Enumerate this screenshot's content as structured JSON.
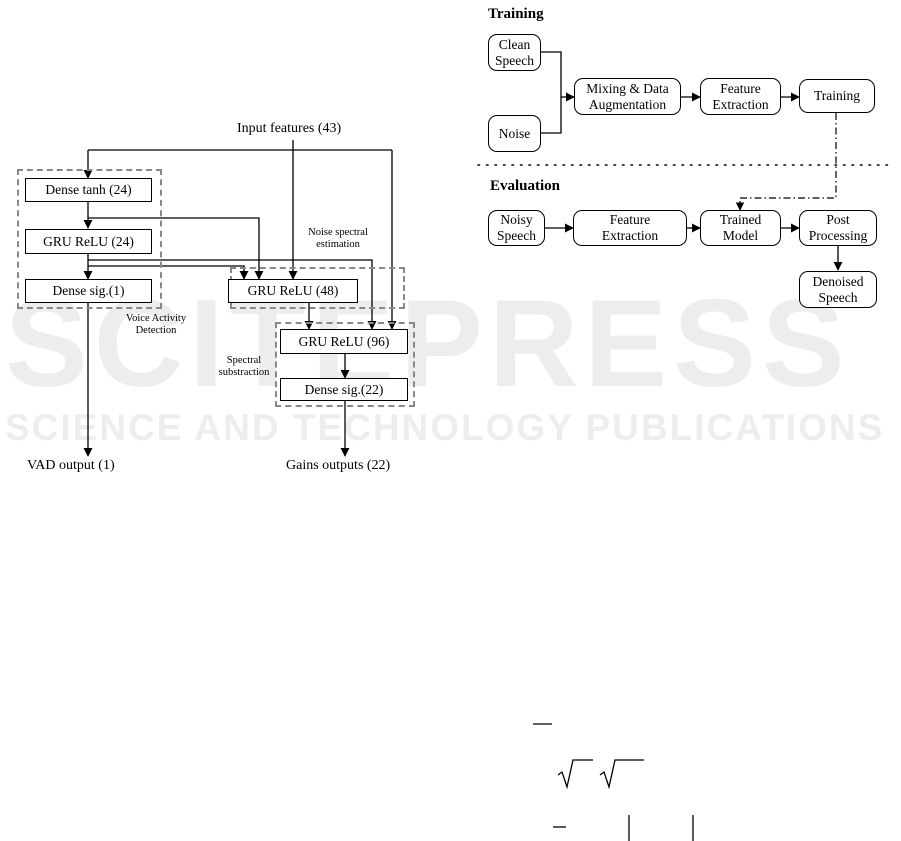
{
  "watermark": {
    "brand": "SCITEPRESS",
    "tagline": "SCIENCE AND TECHNOLOGY PUBLICATIONS"
  },
  "network": {
    "input_label": "Input features (43)",
    "layers": {
      "dense_tanh": "Dense tanh (24)",
      "gru_24": "GRU ReLU (24)",
      "dense_sig_1": "Dense sig.(1)",
      "gru_48": "GRU ReLU (48)",
      "gru_96": "GRU ReLU (96)",
      "dense_sig_22": "Dense sig.(22)"
    },
    "group_labels": {
      "vad": [
        "Voice Activity",
        "Detection"
      ],
      "noise": [
        "Noise spectral",
        "estimation"
      ],
      "spectral": [
        "Spectral",
        "substraction"
      ]
    },
    "outputs": {
      "vad": "VAD output (1)",
      "gains": "Gains outputs (22)"
    }
  },
  "pipeline": {
    "training_title": "Training",
    "evaluation_title": "Evaluation",
    "training": {
      "clean_speech": [
        "Clean",
        "Speech"
      ],
      "noise": "Noise",
      "mixing": [
        "Mixing & Data",
        "Augmentation"
      ],
      "feature_extraction": [
        "Feature",
        "Extraction"
      ],
      "training": "Training"
    },
    "evaluation": {
      "noisy_speech": [
        "Noisy",
        "Speech"
      ],
      "feature_extraction": [
        "Feature",
        "Extraction"
      ],
      "trained_model": [
        "Trained",
        "Model"
      ],
      "post_processing": [
        "Post",
        "Processing"
      ],
      "denoised_speech": [
        "Denoised",
        "Speech"
      ]
    }
  }
}
